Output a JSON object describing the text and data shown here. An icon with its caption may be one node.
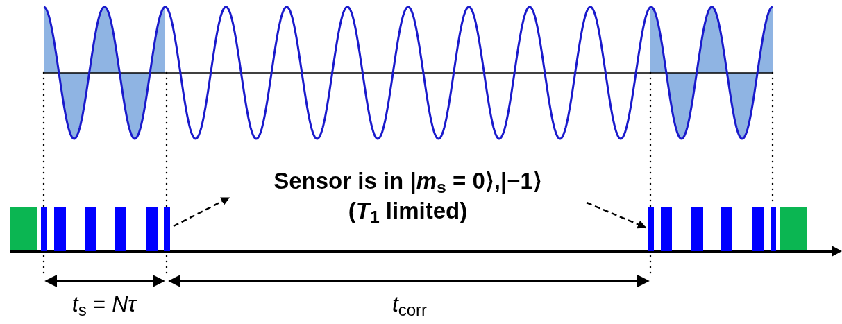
{
  "diagram": {
    "nodes": [
      {
        "text": [],
        "shape": "bar"
      },
      {
        "text": [
          "Sensor is in |*m*$_{s}$ = 0⟩,|−1⟩",
          "(*T*$_{1}$ limited)"
        ]
      },
      {
        "text": [],
        "shape": "bar"
      }
    ],
    "edges": [
      {
        "from": 0,
        "to": 1,
        "arrow": "to",
        "style": "dashed"
      },
      {
        "from": 1,
        "to": 2,
        "arrow": "to",
        "style": "dashed"
      }
    ],
    "labels": [
      "*t*$_{s}$ = *Nτ*",
      "*t*$_{corr}$"
    ]
  }
}
